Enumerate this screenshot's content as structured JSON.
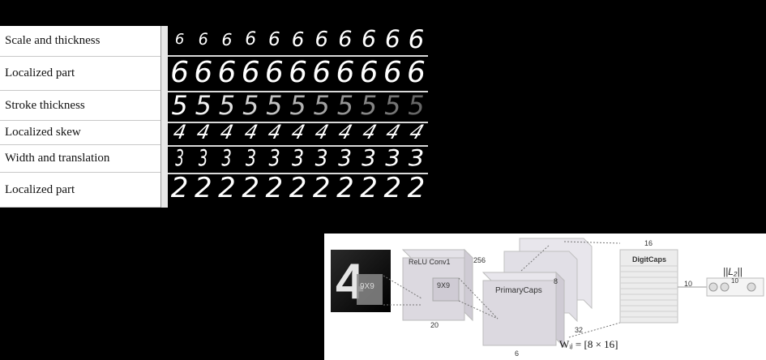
{
  "table": {
    "rows": [
      {
        "label": "Scale and thickness",
        "digit": "6"
      },
      {
        "label": "Localized part",
        "digit": "6"
      },
      {
        "label": "Stroke thickness",
        "digit": "5"
      },
      {
        "label": "Localized skew",
        "digit": "4"
      },
      {
        "label": "Width and translation",
        "digit": "3"
      },
      {
        "label": "Localized part",
        "digit": "2"
      }
    ]
  },
  "architecture": {
    "input_kernel": "9X9",
    "conv_label": "ReLU Conv1",
    "conv_depth": "256",
    "conv_width": "20",
    "conv_kernel": "9X9",
    "primary_label": "PrimaryCaps",
    "primary_depth": "8",
    "primary_count": "32",
    "primary_width": "6",
    "digit_label": "DigitCaps",
    "digit_dim": "16",
    "digit_count": "10",
    "l2_label": "||L₂||",
    "l2_count": "10",
    "weight_label": "Wᵢⱼ = [8 × 16]"
  }
}
